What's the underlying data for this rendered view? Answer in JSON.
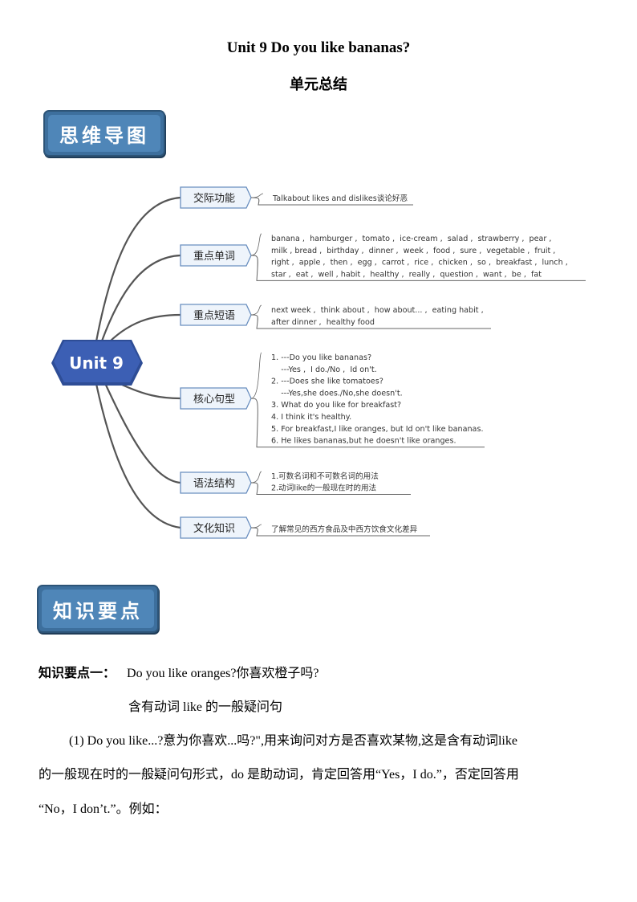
{
  "header": {
    "title": "Unit 9 Do you like  bananas?",
    "subtitle": "单元总结"
  },
  "banners": {
    "mindmap": "思维导图",
    "knowledge": "知识要点"
  },
  "mindmap": {
    "center": "Unit 9",
    "branches": [
      {
        "label": "交际功能",
        "lines": [
          "Talkabout likes and dislikes谈论好恶"
        ]
      },
      {
        "label": "重点单词",
        "lines": [
          "banana ,  hamburger ,  tomato ,  ice-cream ,  salad ,  strawberry ,  pear ,",
          "milk , bread ,  birthday ,  dinner ,  week ,  food ,  sure ,  vegetable ,  fruit ,",
          "right ,  apple ,  then ,  egg ,  carrot ,  rice ,  chicken ,  so ,  breakfast ,  lunch ,",
          "star ,  eat ,  well , habit ,  healthy ,  really ,  question ,  want ,  be ,  fat"
        ]
      },
      {
        "label": "重点短语",
        "lines": [
          "next week ,  think about ,  how about... ,  eating habit ,",
          "after dinner ,  healthy food"
        ]
      },
      {
        "label": "核心句型",
        "lines": [
          "1. ---Do you like bananas?",
          "    ---Yes ,  I do./No ,  Id on't.",
          "2. ---Does she like tomatoes?",
          "    ---Yes,she does./No,she doesn't.",
          "3. What do you like for breakfast?",
          "4. I think it's healthy.",
          "5. For breakfast,I like oranges, but Id on't like bananas.",
          "6. He likes bananas,but he doesn't like oranges."
        ]
      },
      {
        "label": "语法结构",
        "lines": [
          "1.可数名词和不可数名词的用法",
          "2.动词like的一般现在时的用法"
        ]
      },
      {
        "label": "文化知识",
        "lines": [
          "了解常见的西方食品及中西方饮食文化差异"
        ]
      }
    ]
  },
  "knowledge": {
    "point1_label": "知识要点一：",
    "point1_text": "Do you like  oranges?你喜欢橙子吗?",
    "sub_heading": "含有动词 like 的一般疑问句",
    "para_line1": "(1) Do you like...?意为你喜欢...吗?\",用来询问对方是否喜欢某物,这是含有动词like",
    "para_line2": "的一般现在时的一般疑问句形式，do 是助动词，肯定回答用“Yes，I do.”，否定回答用",
    "para_line3": "“No，I don’t.”。例如："
  },
  "colors": {
    "banner_fill": "#4f86b8",
    "center_fill": "#3c5fb4",
    "branch_line": "#555555"
  }
}
